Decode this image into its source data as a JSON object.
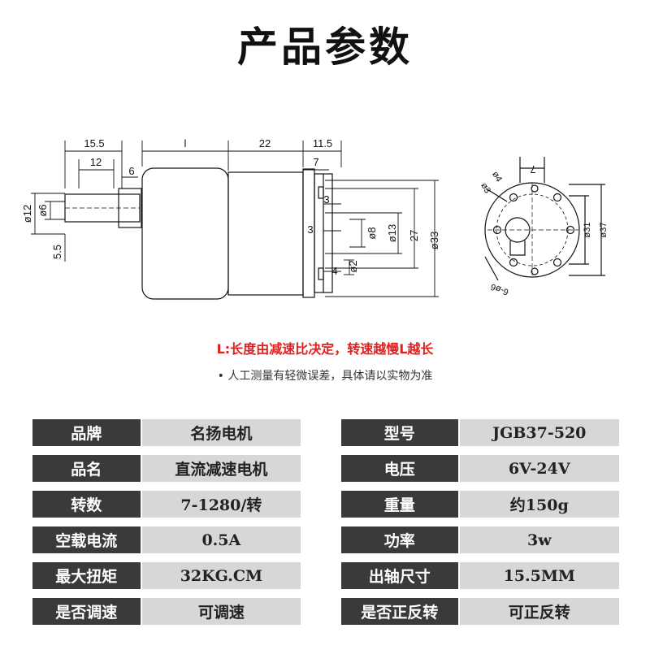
{
  "title": "产品参数",
  "drawing": {
    "dims": {
      "d15_5": "15.5",
      "d12": "12",
      "d6": "6",
      "dl": "l",
      "d22": "22",
      "d11_5": "11.5",
      "d7": "7",
      "d3a": "3",
      "d3b": "3",
      "d4": "4",
      "o12": "ø12",
      "o6": "ø6",
      "d5_5": "5.5",
      "o8": "ø8",
      "o13": "ø13",
      "d27": "27",
      "o33": "ø33",
      "o2": "ø2",
      "fr7": "7",
      "fr_o4": "ø4",
      "fr_o3": "ø3",
      "fr_o31": "ø31",
      "fr_o37": "ø37",
      "fr_6m": "6-ø6"
    }
  },
  "notes": {
    "red": "L:长度由减速比决定，转速越慢L越长",
    "gray": "• 人工测量有轻微误差，具体请以实物为准"
  },
  "specs": [
    {
      "label1": "品牌",
      "value1": "名扬电机",
      "label2": "型号",
      "value2": "JGB37-520"
    },
    {
      "label1": "品名",
      "value1": "直流减速电机",
      "label2": "电压",
      "value2": "6V-24V"
    },
    {
      "label1": "转数",
      "value1": "7-1280/转",
      "label2": "重量",
      "value2": "约150g"
    },
    {
      "label1": "空载电流",
      "value1": "0.5A",
      "label2": "功率",
      "value2": "3w"
    },
    {
      "label1": "最大扭矩",
      "value1": "32KG.CM",
      "label2": "出轴尺寸",
      "value2": "15.5MM"
    },
    {
      "label1": "是否调速",
      "value1": "可调速",
      "label2": "是否正反转",
      "value2": "可正反转"
    }
  ]
}
